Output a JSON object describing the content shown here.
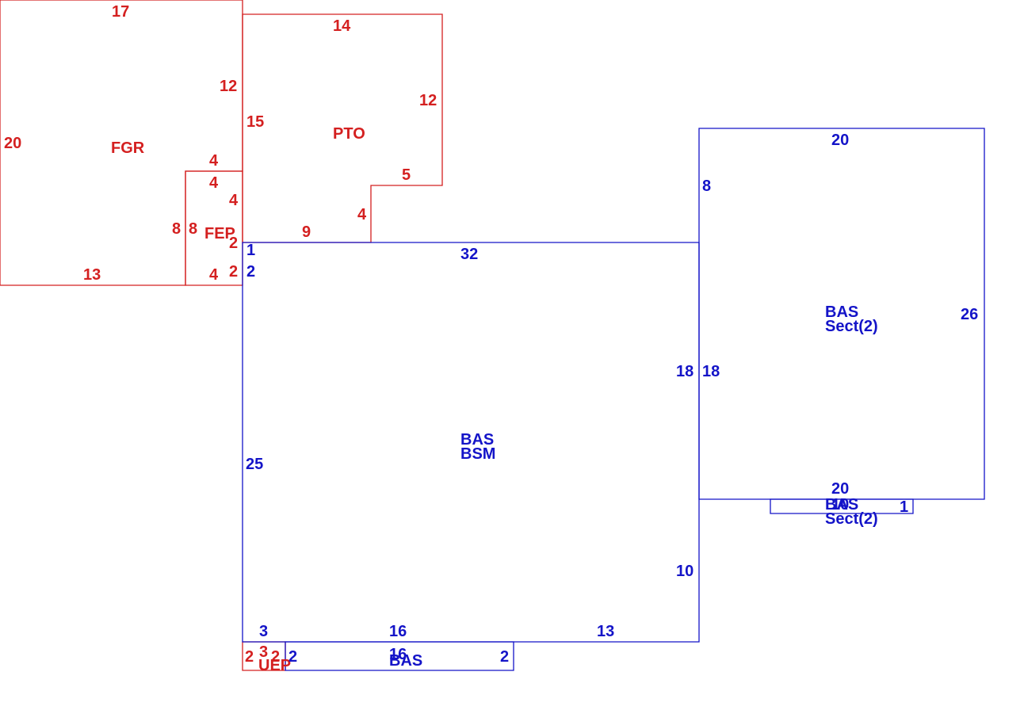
{
  "colors": {
    "outbuilding": "#d42020",
    "living": "#1414c8",
    "background": "#ffffff"
  },
  "areas": {
    "fgr": "FGR",
    "pto": "PTO",
    "fep": "FEP",
    "bas_main": "BAS",
    "bsm": "BSM",
    "bas_right": "BAS",
    "sect2_right": "Sect(2)",
    "bas_small": "BAS",
    "sect2_small": "Sect(2)",
    "bas_bottom": "BAS",
    "uep": "UEP"
  },
  "dims": {
    "fgr_top": "17",
    "fgr_left": "20",
    "fgr_right_upper": "12",
    "fgr_bottom": "13",
    "fep_top_outer": "4",
    "fep_top_inner": "4",
    "fep_right_a": "4",
    "fep_left_outer": "8",
    "fep_left_inner": "8",
    "fep_right_b": "2",
    "fep_right_c": "2",
    "fep_bottom": "4",
    "pto_top": "14",
    "pto_left": "15",
    "pto_right": "12",
    "pto_step_top": "5",
    "pto_step_left": "4",
    "pto_bottom": "9",
    "bas_left_top_a": "1",
    "bas_left_top_b": "2",
    "bas_top": "32",
    "bas_left": "25",
    "bas_right_upper": "18",
    "bas_right_lower": "10",
    "bas_bottom_a": "3",
    "bas_bottom_b": "16",
    "bas_bottom_c": "13",
    "right_top": "20",
    "right_left_upper": "8",
    "right_left_lower": "18",
    "right_right": "26",
    "right_bottom": "20",
    "small_top": "10",
    "small_right": "1",
    "bottom_strip_inner": "16",
    "bottom_strip_left": "2",
    "bottom_strip_right": "2",
    "uep_left": "2",
    "uep_top": "3",
    "uep_right": "2"
  }
}
